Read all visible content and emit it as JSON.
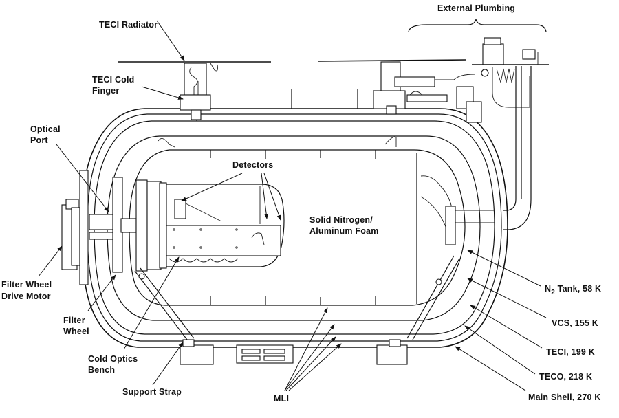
{
  "diagram": {
    "type": "cutaway-schematic",
    "subject": "Cryogenic dewar cross-section",
    "labels": {
      "teci_radiator": "TECI Radiator",
      "teci_cold_finger_l1": "TECI Cold",
      "teci_cold_finger_l2": "Finger",
      "external_plumbing": "External Plumbing",
      "optical_port_l1": "Optical",
      "optical_port_l2": "Port",
      "detectors": "Detectors",
      "solid_nitrogen_l1": "Solid Nitrogen/",
      "solid_nitrogen_l2": "Aluminum Foam",
      "filter_wheel_drive_l1": "Filter Wheel",
      "filter_wheel_drive_l2": "Drive Motor",
      "filter_wheel_l1": "Filter",
      "filter_wheel_l2": "Wheel",
      "cold_optics_l1": "Cold Optics",
      "cold_optics_l2": "Bench",
      "support_strap": "Support Strap",
      "mli": "MLI",
      "n2_tank_prefix": "N",
      "n2_tank_sub": "2",
      "n2_tank_suffix": " Tank, 58 K",
      "vcs": "VCS, 155 K",
      "teci": "TECI, 199 K",
      "teco": "TECO, 218 K",
      "main_shell": "Main Shell, 270 K"
    },
    "shells": [
      {
        "name": "N2 Tank",
        "temperature_K": 58
      },
      {
        "name": "VCS",
        "temperature_K": 155
      },
      {
        "name": "TECI",
        "temperature_K": 199
      },
      {
        "name": "TECO",
        "temperature_K": 218
      },
      {
        "name": "Main Shell",
        "temperature_K": 270
      }
    ]
  }
}
